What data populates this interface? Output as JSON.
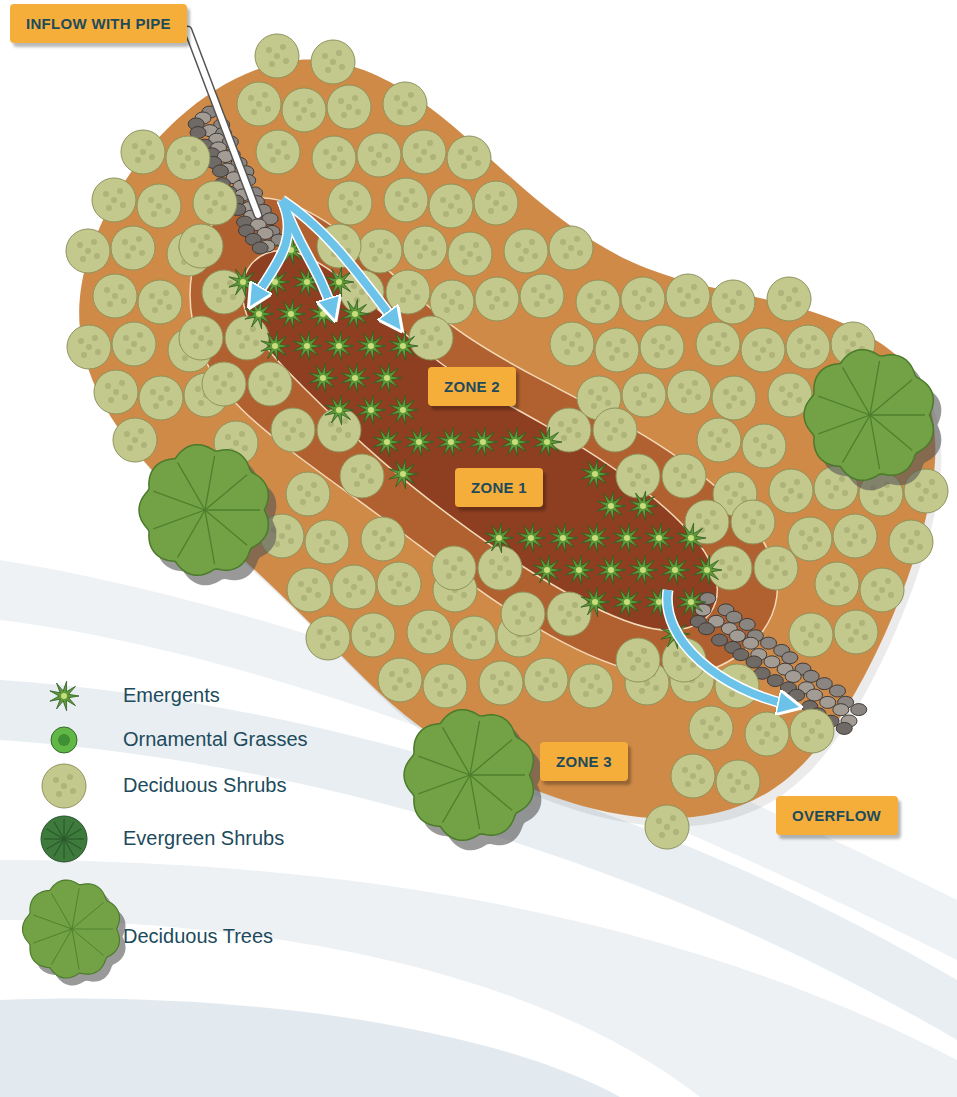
{
  "diagram": {
    "nodes": [
      {
        "text": [
          "INFLOW WITH PIPE"
        ]
      },
      {
        "text": [
          "ZONE 2"
        ]
      },
      {
        "text": [
          "ZONE 1"
        ]
      },
      {
        "text": [
          "ZONE 3"
        ]
      },
      {
        "text": [
          "OVERFLOW"
        ]
      }
    ],
    "legend": [
      {
        "text": "Emergents"
      },
      {
        "text": "Ornamental Grasses"
      },
      {
        "text": "Deciduous Shrubs"
      },
      {
        "text": "Evergreen Shrubs"
      },
      {
        "text": "Deciduous Trees"
      }
    ]
  }
}
